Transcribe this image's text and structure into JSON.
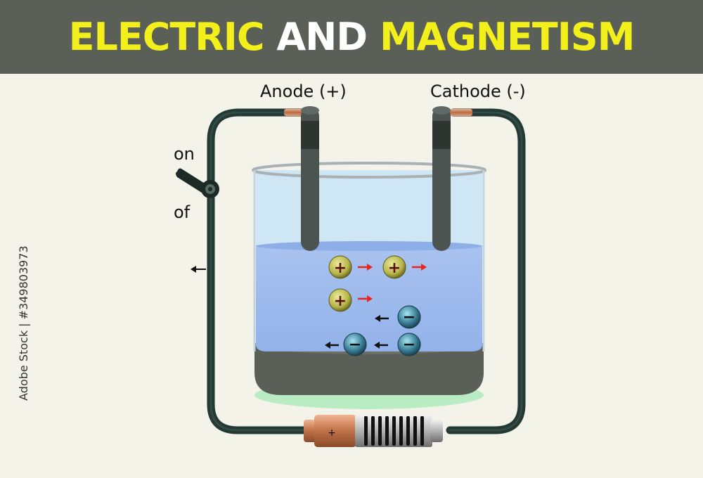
{
  "title": {
    "part1": "ELECTRIC",
    "part2": " AND ",
    "part3": "MAGNETISM",
    "accent_color": "#f2ef1a",
    "white_color": "#ffffff",
    "banner_color": "#5a5f57"
  },
  "labels": {
    "anode": "Anode (+)",
    "cathode": "Cathode (-)",
    "switch_on": "on",
    "switch_off": "of"
  },
  "battery": {
    "plus_sign": "+"
  },
  "ions": {
    "positive_sign": "+",
    "negative_sign": "−",
    "positive_color": "#b7b54a",
    "negative_color": "#3a7f97",
    "arrow_color_positive": "#e8251f",
    "arrow_color_negative": "#111111"
  },
  "stock_id": "Adobe Stock | #349803973"
}
